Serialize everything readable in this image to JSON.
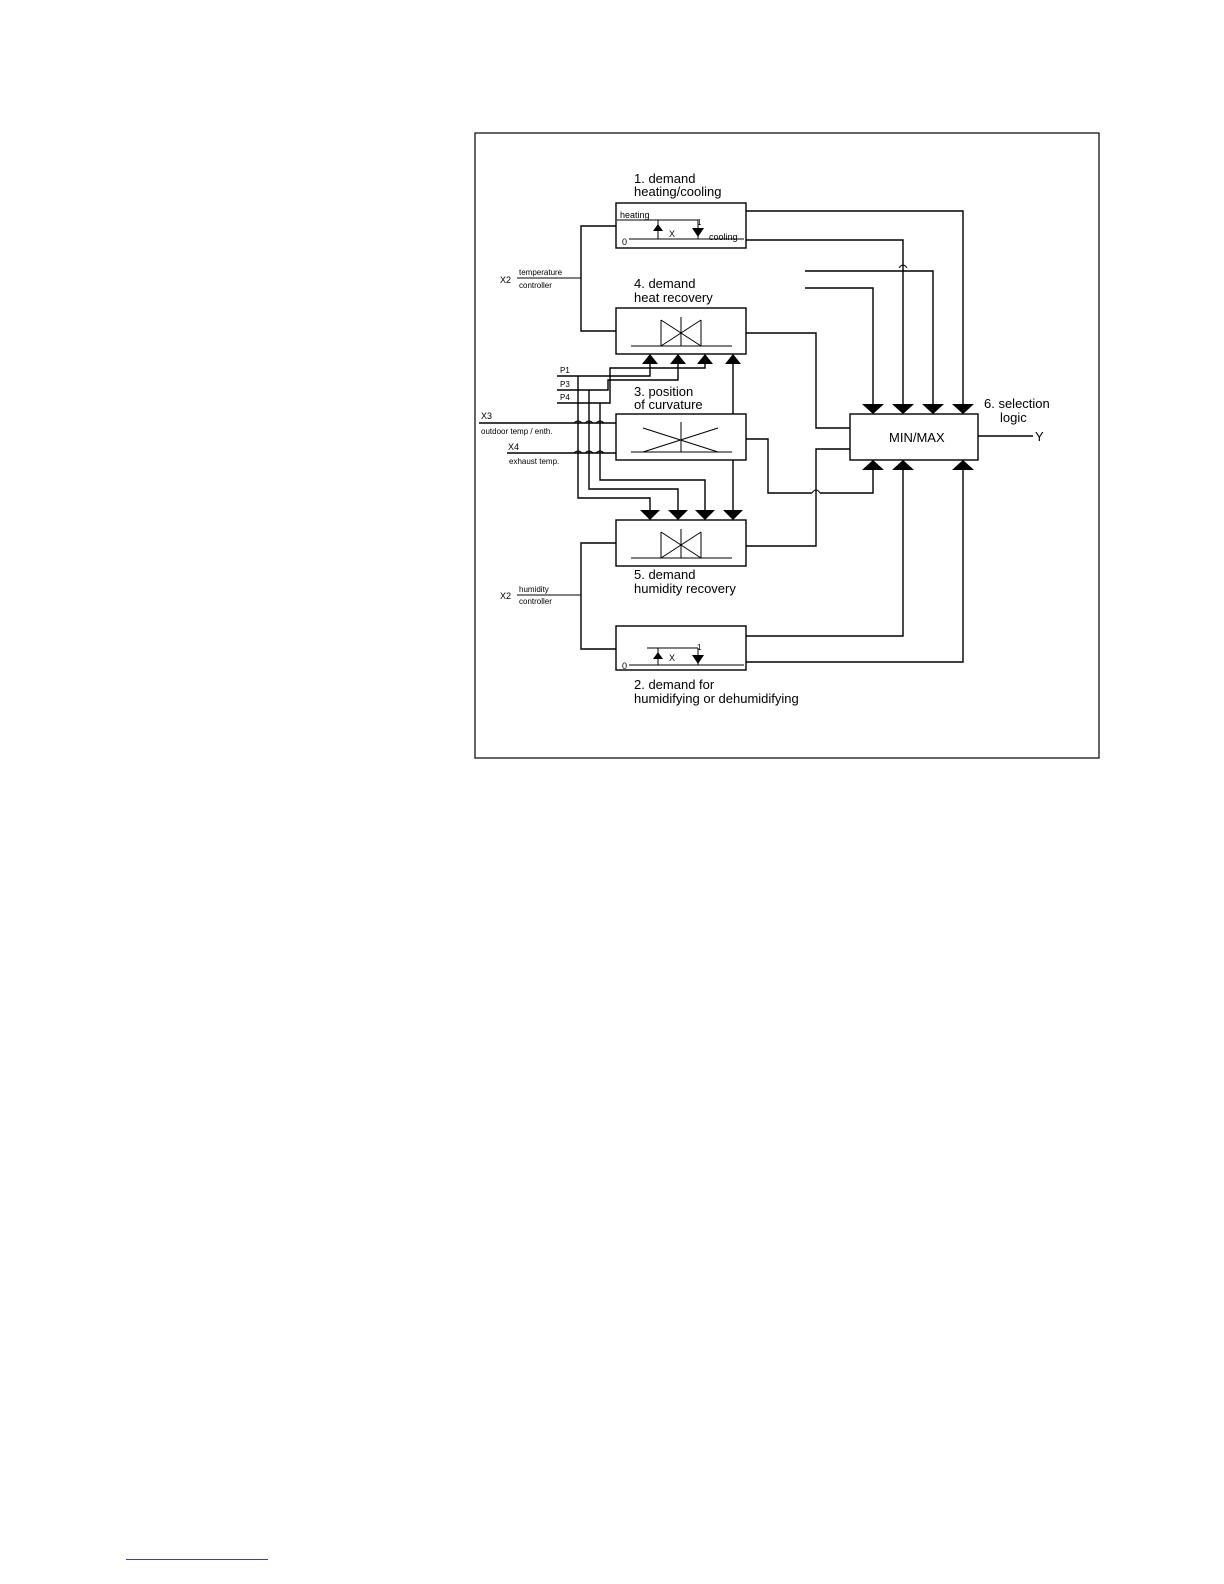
{
  "blocks": {
    "b1": {
      "title_line1": "1. demand",
      "title_line2": "heating/cooling",
      "left_label": "heating",
      "right_label": "cooling",
      "zero": "0",
      "one": "1",
      "x": "X"
    },
    "b4": {
      "title_line1": "4. demand",
      "title_line2": "heat recovery"
    },
    "b3": {
      "title_line1": "3. position",
      "title_line2": "of curvature"
    },
    "b5": {
      "title_line1": "5. demand",
      "title_line2": "humidity recovery"
    },
    "b2": {
      "title_line1": "2. demand for",
      "title_line2": "humidifying or dehumidifying",
      "zero": "0",
      "one": "1",
      "x": "X"
    },
    "b6": {
      "label": "MIN/MAX",
      "title_line1": "6. selection",
      "title_line2": "logic",
      "output": "Y"
    }
  },
  "inputs": {
    "temp": {
      "signal": "X2",
      "line1": "temperature",
      "line2": "controller"
    },
    "humid": {
      "signal": "X2",
      "line1": "humidity",
      "line2": "controller"
    },
    "outdoor": {
      "signal": "X3",
      "label": "outdoor temp / enth."
    },
    "exhaust": {
      "signal": "X4",
      "label": "exhaust temp."
    },
    "params": [
      "P1",
      "P3",
      "P4"
    ]
  }
}
